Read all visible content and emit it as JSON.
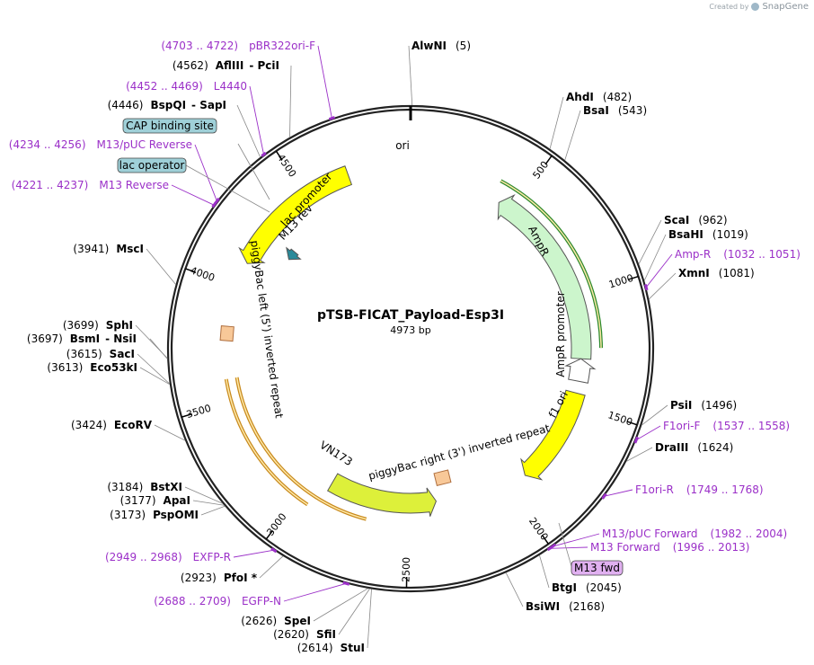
{
  "brand": {
    "created_by": "Created by",
    "name": "SnapGene"
  },
  "plasmid": {
    "name": "pTSB-FICAT_Payload-Esp3I",
    "length_label": "4973 bp",
    "length": 4973
  },
  "ticks": [
    {
      "pos": 500,
      "label": "500"
    },
    {
      "pos": 1000,
      "label": "1000"
    },
    {
      "pos": 1500,
      "label": "1500"
    },
    {
      "pos": 2000,
      "label": "2000"
    },
    {
      "pos": 2500,
      "label": "2500"
    },
    {
      "pos": 3000,
      "label": "3000"
    },
    {
      "pos": 3500,
      "label": "3500"
    },
    {
      "pos": 4000,
      "label": "4000"
    },
    {
      "pos": 4500,
      "label": "4500"
    }
  ],
  "enzyme_labels": [
    {
      "name": "AlwNI",
      "pos_text": "(5)",
      "site": 5,
      "side": "top"
    },
    {
      "name": "AhdI",
      "pos_text": "(482)",
      "site": 482,
      "side": "right"
    },
    {
      "name": "BsaI",
      "pos_text": "(543)",
      "site": 543,
      "side": "right"
    },
    {
      "name": "ScaI",
      "pos_text": "(962)",
      "site": 962,
      "side": "right"
    },
    {
      "name": "BsaHI",
      "pos_text": "(1019)",
      "site": 1019,
      "side": "right"
    },
    {
      "name": "XmnI",
      "pos_text": "(1081)",
      "site": 1081,
      "side": "right"
    },
    {
      "name": "PsiI",
      "pos_text": "(1496)",
      "site": 1496,
      "side": "right"
    },
    {
      "name": "DraIII",
      "pos_text": "(1624)",
      "site": 1624,
      "side": "right"
    },
    {
      "name": "BtgI",
      "pos_text": "(2045)",
      "site": 2045,
      "side": "right"
    },
    {
      "name": "BsiWI",
      "pos_text": "(2168)",
      "site": 2168,
      "side": "right"
    },
    {
      "name": "StuI",
      "pos_text": "(2614)",
      "site": 2614,
      "side": "left"
    },
    {
      "name": "SfiI",
      "pos_text": "(2620)",
      "site": 2620,
      "side": "left"
    },
    {
      "name": "SpeI",
      "pos_text": "(2626)",
      "site": 2626,
      "side": "left"
    },
    {
      "name": "PfoI *",
      "pos_text": "(2923)",
      "site": 2923,
      "side": "left"
    },
    {
      "name": "PspOMI",
      "pos_text": "(3173)",
      "site": 3173,
      "side": "left"
    },
    {
      "name": "ApaI",
      "pos_text": "(3177)",
      "site": 3177,
      "side": "left"
    },
    {
      "name": "BstXI",
      "pos_text": "(3184)",
      "site": 3184,
      "side": "left"
    },
    {
      "name": "EcoRV",
      "pos_text": "(3424)",
      "site": 3424,
      "side": "left"
    },
    {
      "name": "Eco53kI",
      "pos_text": "(3613)",
      "site": 3613,
      "side": "left"
    },
    {
      "name": "SacI",
      "pos_text": "(3615)",
      "site": 3615,
      "side": "left"
    },
    {
      "name": "BsmI",
      "pos_text": "(3697)",
      "site": 3697,
      "side": "left",
      "pair": "NsiI"
    },
    {
      "name": "SphI",
      "pos_text": "(3699)",
      "site": 3699,
      "side": "left"
    },
    {
      "name": "MscI",
      "pos_text": "(3941)",
      "site": 3941,
      "side": "left"
    },
    {
      "name": "BspQI",
      "pos_text": "(4446)",
      "site": 4446,
      "side": "left",
      "pair": "SapI"
    },
    {
      "name": "AflIII",
      "pos_text": "(4562)",
      "site": 4562,
      "side": "left",
      "pair": "PciI"
    }
  ],
  "primer_labels": [
    {
      "name": "pBR322ori-F",
      "range_text": "(4703 .. 4722)",
      "start": 4703,
      "end": 4722,
      "side": "left"
    },
    {
      "name": "L4440",
      "range_text": "(4452 .. 4469)",
      "start": 4452,
      "end": 4469,
      "side": "left"
    },
    {
      "name": "M13/pUC Reverse",
      "range_text": "(4234 .. 4256)",
      "start": 4234,
      "end": 4256,
      "side": "left"
    },
    {
      "name": "M13 Reverse",
      "range_text": "(4221 .. 4237)",
      "start": 4221,
      "end": 4237,
      "side": "left"
    },
    {
      "name": "Amp-R",
      "range_text": "(1032 .. 1051)",
      "start": 1032,
      "end": 1051,
      "side": "right"
    },
    {
      "name": "F1ori-F",
      "range_text": "(1537 .. 1558)",
      "start": 1537,
      "end": 1558,
      "side": "right"
    },
    {
      "name": "F1ori-R",
      "range_text": "(1749 .. 1768)",
      "start": 1749,
      "end": 1768,
      "side": "right"
    },
    {
      "name": "M13/pUC Forward",
      "range_text": "(1982 .. 2004)",
      "start": 1982,
      "end": 2004,
      "side": "right"
    },
    {
      "name": "M13 Forward",
      "range_text": "(1996 .. 2013)",
      "start": 1996,
      "end": 2013,
      "side": "right"
    },
    {
      "name": "EXFP-R",
      "range_text": "(2949 .. 2968)",
      "start": 2949,
      "end": 2968,
      "side": "left"
    },
    {
      "name": "EGFP-N",
      "range_text": "(2688 .. 2709)",
      "start": 2688,
      "end": 2709,
      "side": "left"
    }
  ],
  "boxed_labels": [
    {
      "name": "CAP binding site",
      "color": "#9fd0d8"
    },
    {
      "name": "lac operator",
      "color": "#9fd0d8"
    },
    {
      "name": "M13 fwd",
      "color": "#e0b0f0"
    }
  ],
  "features": [
    {
      "name": "ori",
      "start": 4110,
      "end": 4700,
      "color": "#ffff00",
      "direction": "ccw"
    },
    {
      "name": "AmpR",
      "start": 430,
      "end": 1290,
      "color": "#ccf5cc",
      "direction": "ccw"
    },
    {
      "name": "AmpR promoter",
      "start": 1290,
      "end": 1395,
      "color": "#ffffff",
      "direction": "ccw"
    },
    {
      "name": "f1 ori",
      "start": 1450,
      "end": 1905,
      "color": "#ffff00",
      "direction": "cw"
    },
    {
      "name": "VN173",
      "start": 2355,
      "end": 2905,
      "color": "#ddf03a",
      "direction": "ccw"
    },
    {
      "name": "lac promoter",
      "name2": "M13 rev",
      "start": 4230,
      "end": 4280,
      "color": "#2a8a9a",
      "direction": "ccw"
    },
    {
      "name": "piggyBac left (5') inverted repeat",
      "start": 3780,
      "end": 3810,
      "color": "#f8c898",
      "direction": "none"
    },
    {
      "name": "piggyBac right (3') inverted repeat",
      "start": 2280,
      "end": 2310,
      "color": "#f8c898",
      "direction": "none"
    }
  ],
  "primer_arcs": [
    {
      "name": "EXFP-R",
      "start": 2949,
      "end": 3600,
      "color": "#c88a1e"
    },
    {
      "name": "EGFP-N",
      "start": 2688,
      "end": 3600,
      "color": "#c88a1e"
    },
    {
      "name": "Amp-R",
      "start": 390,
      "end": 1240,
      "color": "#2d8a2d"
    }
  ]
}
